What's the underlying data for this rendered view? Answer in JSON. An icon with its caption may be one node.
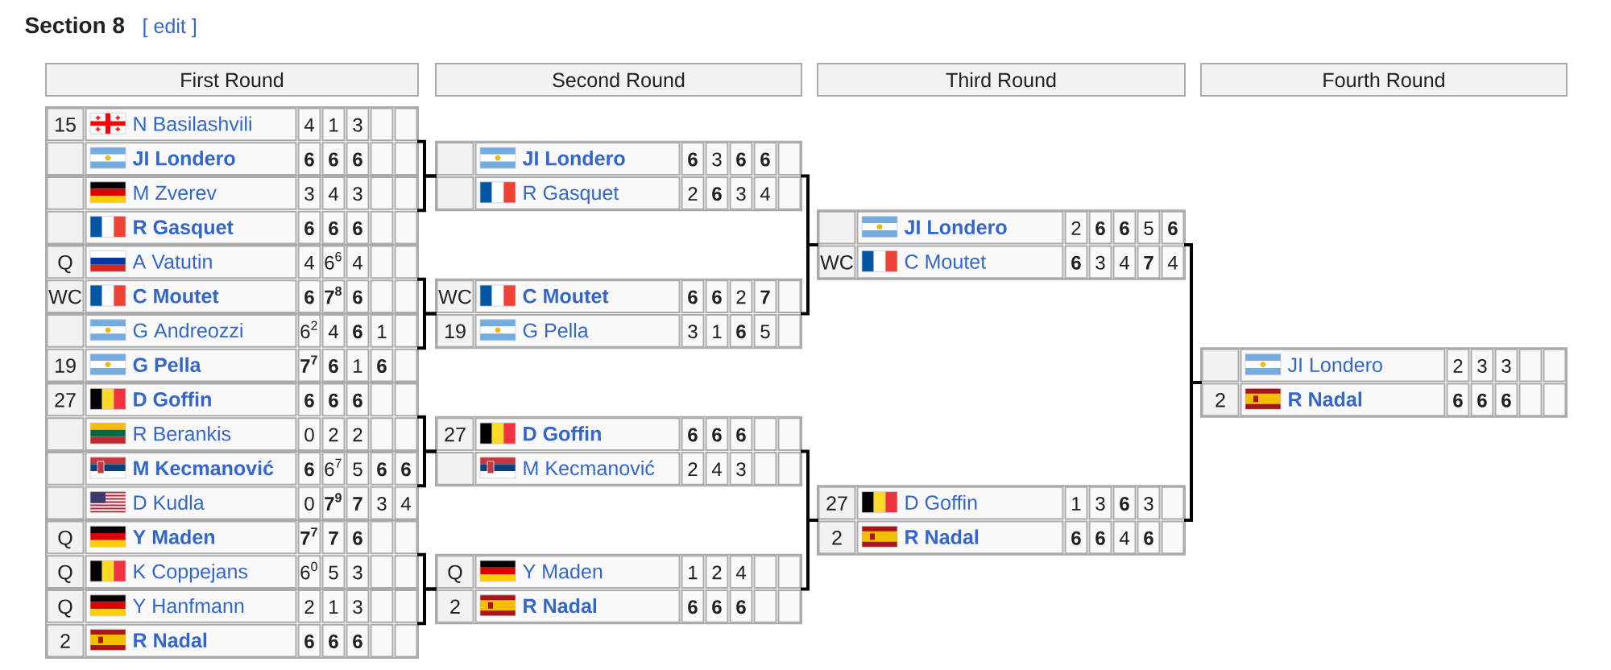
{
  "diagram": {
    "title": "Section 8",
    "nodes": [
      {
        "text": [
          "First Round"
        ]
      },
      {
        "text": [
          "Second Round"
        ]
      },
      {
        "text": [
          "Third Round"
        ]
      },
      {
        "text": [
          "Fourth Round"
        ]
      },
      {
        "text": [],
        "shape": "box"
      },
      {
        "text": [
          "N Basilashvili",
          "4",
          "1",
          "3"
        ],
        "in": 4,
        "beside": [
          "15"
        ]
      },
      {
        "text": [
          "JI Londero",
          "6",
          "6",
          "6"
        ],
        "in": 4
      },
      {
        "text": [],
        "shape": "box"
      },
      {
        "text": [
          "M Zverev",
          "3",
          "4",
          "3"
        ],
        "in": 7
      },
      {
        "text": [
          "R Gasquet",
          "6",
          "6",
          "6"
        ],
        "in": 7
      },
      {
        "text": [],
        "shape": "box"
      },
      {
        "text": [
          "A Vatutin",
          "4",
          "6$^{6}$",
          "4"
        ],
        "in": 10,
        "beside": [
          "Q"
        ]
      },
      {
        "text": [
          "C Moutet",
          "6",
          "7$^{8}$",
          "6"
        ],
        "in": 10,
        "beside": [
          "WC"
        ]
      },
      {
        "text": [],
        "shape": "box"
      },
      {
        "text": [
          "G Andreozzi",
          "6$^{2}$",
          "4",
          "6",
          "1"
        ],
        "in": 13
      },
      {
        "text": [
          "G Pella",
          "7$^{7}$",
          "6",
          "1",
          "6"
        ],
        "in": 13,
        "beside": [
          "19"
        ]
      },
      {
        "text": [],
        "shape": "box"
      },
      {
        "text": [
          "D Goffin",
          "6",
          "6",
          "6"
        ],
        "in": 16,
        "beside": [
          "27"
        ]
      },
      {
        "text": [
          "R Berankis",
          "0",
          "2",
          "2"
        ],
        "in": 16
      },
      {
        "text": [],
        "shape": "box"
      },
      {
        "text": [
          "M Kecmanović",
          "6",
          "6$^{7}$",
          "5",
          "6",
          "6"
        ],
        "in": 19
      },
      {
        "text": [
          "D Kudla",
          "0",
          "7$^{9}$",
          "7",
          "3",
          "4"
        ],
        "in": 19
      },
      {
        "text": [],
        "shape": "box"
      },
      {
        "text": [
          "Y Maden",
          "7$^{7}$",
          "7",
          "6"
        ],
        "in": 22,
        "beside": [
          "Q"
        ]
      },
      {
        "text": [
          "K Coppejans",
          "6$^{0}$",
          "5",
          "3"
        ],
        "in": 22,
        "beside": [
          "Q"
        ]
      },
      {
        "text": [],
        "shape": "box"
      },
      {
        "text": [
          "Y Hanfmann",
          "2",
          "1",
          "3"
        ],
        "in": 25,
        "beside": [
          "Q"
        ]
      },
      {
        "text": [
          "R Nadal",
          "6",
          "6",
          "6"
        ],
        "in": 25,
        "beside": [
          "2"
        ]
      },
      {
        "text": [],
        "shape": "box"
      },
      {
        "text": [
          "JI Londero",
          "6",
          "3",
          "6",
          "6"
        ],
        "in": 28
      },
      {
        "text": [
          "R Gasquet",
          "2",
          "6",
          "3",
          "4"
        ],
        "in": 28
      },
      {
        "text": [],
        "shape": "box"
      },
      {
        "text": [
          "C Moutet",
          "6",
          "6",
          "2",
          "7"
        ],
        "in": 31,
        "beside": [
          "WC"
        ]
      },
      {
        "text": [
          "G Pella",
          "3",
          "1",
          "6",
          "5"
        ],
        "in": 31,
        "beside": [
          "19"
        ]
      },
      {
        "text": [],
        "shape": "box"
      },
      {
        "text": [
          "D Goffin",
          "6",
          "6",
          "6"
        ],
        "in": 34,
        "beside": [
          "27"
        ]
      },
      {
        "text": [
          "M Kecmanović",
          "2",
          "4",
          "3"
        ],
        "in": 34
      },
      {
        "text": [],
        "shape": "box"
      },
      {
        "text": [
          "Y Maden",
          "1",
          "2",
          "4"
        ],
        "in": 37,
        "beside": [
          "Q"
        ]
      },
      {
        "text": [
          "R Nadal",
          "6",
          "6",
          "6"
        ],
        "in": 37,
        "beside": [
          "2"
        ]
      },
      {
        "text": [],
        "shape": "box"
      },
      {
        "text": [
          "JI Londero",
          "2",
          "6",
          "6",
          "5",
          "6"
        ],
        "in": 40
      },
      {
        "text": [
          "C Moutet",
          "6",
          "3",
          "4",
          "7",
          "4"
        ],
        "in": 40,
        "beside": [
          "WC"
        ]
      },
      {
        "text": [],
        "shape": "box"
      },
      {
        "text": [
          "D Goffin",
          "1",
          "3",
          "6",
          "3"
        ],
        "in": 43,
        "beside": [
          "27"
        ]
      },
      {
        "text": [
          "R Nadal",
          "6",
          "6",
          "4",
          "6"
        ],
        "in": 43,
        "beside": [
          "2"
        ]
      },
      {
        "text": [],
        "shape": "box"
      },
      {
        "text": [
          "JI Londero",
          "2",
          "3",
          "3"
        ],
        "in": 46
      },
      {
        "text": [
          "R Nadal",
          "6",
          "6",
          "6"
        ],
        "in": 46,
        "beside": [
          "2"
        ]
      }
    ],
    "edges": [
      {
        "from": 4,
        "to": 28,
        "arrow": "none"
      },
      {
        "from": 7,
        "to": 28,
        "arrow": "none"
      },
      {
        "from": 10,
        "to": 31,
        "arrow": "none"
      },
      {
        "from": 13,
        "to": 31,
        "arrow": "none"
      },
      {
        "from": 16,
        "to": 34,
        "arrow": "none"
      },
      {
        "from": 19,
        "to": 34,
        "arrow": "none"
      },
      {
        "from": 22,
        "to": 37,
        "arrow": "none"
      },
      {
        "from": 25,
        "to": 37,
        "arrow": "none"
      },
      {
        "from": 28,
        "to": 40,
        "arrow": "none"
      },
      {
        "from": 31,
        "to": 40,
        "arrow": "none"
      },
      {
        "from": 34,
        "to": 43,
        "arrow": "none"
      },
      {
        "from": 37,
        "to": 43,
        "arrow": "none"
      },
      {
        "from": 40,
        "to": 46,
        "arrow": "none"
      },
      {
        "from": 43,
        "to": 46,
        "arrow": "none"
      }
    ],
    "labels": [
      "[ edit ]"
    ]
  }
}
